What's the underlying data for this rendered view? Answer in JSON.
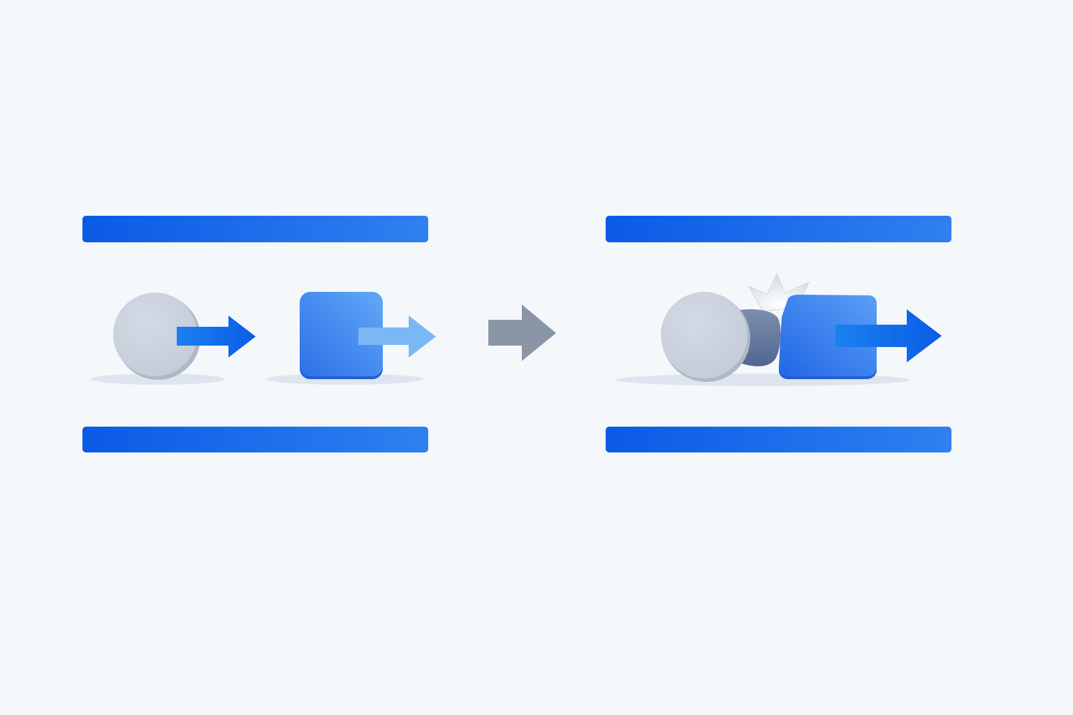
{
  "diagram": {
    "panels": [
      {
        "id": "before",
        "objects": [
          {
            "shape": "circle",
            "icon": "gray-ball",
            "arrow_color": "#0b5ce6"
          },
          {
            "shape": "rounded-square",
            "icon": "blue-block",
            "arrow_color": "#7ab8f5"
          }
        ]
      },
      {
        "id": "after",
        "objects": [
          {
            "shape": "circle",
            "icon": "gray-ball-squashed"
          },
          {
            "shape": "rounded-square",
            "icon": "blue-block-pushed",
            "arrow_color": "#0b5ce6"
          }
        ],
        "effect": "impact-burst"
      }
    ],
    "transition_arrow": {
      "icon": "right-arrow-icon",
      "color": "#8a96a6"
    }
  },
  "colors": {
    "background": "#f5f8fb",
    "rail_start": "#0a5ae6",
    "rail_end": "#2f80f0",
    "ball": "#cbd3de",
    "ball_shadow": "#aeb8c6",
    "block_light": "#5aa2f6",
    "block_dark": "#2d74ea",
    "squash": "#6a7f9f",
    "transition": "#8a96a6",
    "ground_shadow": "#dfe5ee"
  }
}
